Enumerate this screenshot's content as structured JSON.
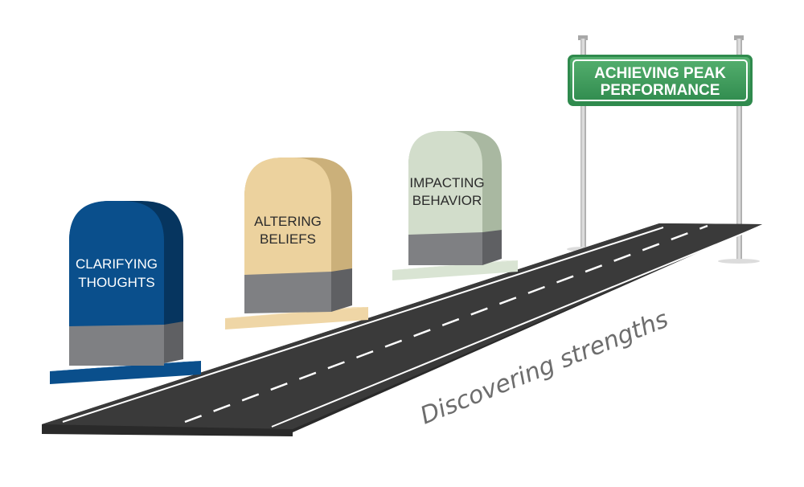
{
  "milestones": [
    {
      "line1": "CLARIFYING",
      "line2": "THOUGHTS",
      "color": "#0a4f8c",
      "shade": "#06355f",
      "base": "#0a4f8c",
      "text_color": "#ffffff"
    },
    {
      "line1": "ALTERING",
      "line2": "BELIEFS",
      "color": "#ecd29e",
      "shade": "#cbb07a",
      "base": "#efd6a6",
      "text_color": "#2b2b2b"
    },
    {
      "line1": "IMPACTING",
      "line2": "BEHAVIOR",
      "color": "#d2ddcb",
      "shade": "#a9b8a1",
      "base": "#d9e4d3",
      "text_color": "#2b2b2b"
    }
  ],
  "sign": {
    "line1": "ACHIEVING PEAK",
    "line2": "PERFORMANCE",
    "color": "#3d9a5c"
  },
  "road": {
    "label": "Discovering strengths"
  }
}
